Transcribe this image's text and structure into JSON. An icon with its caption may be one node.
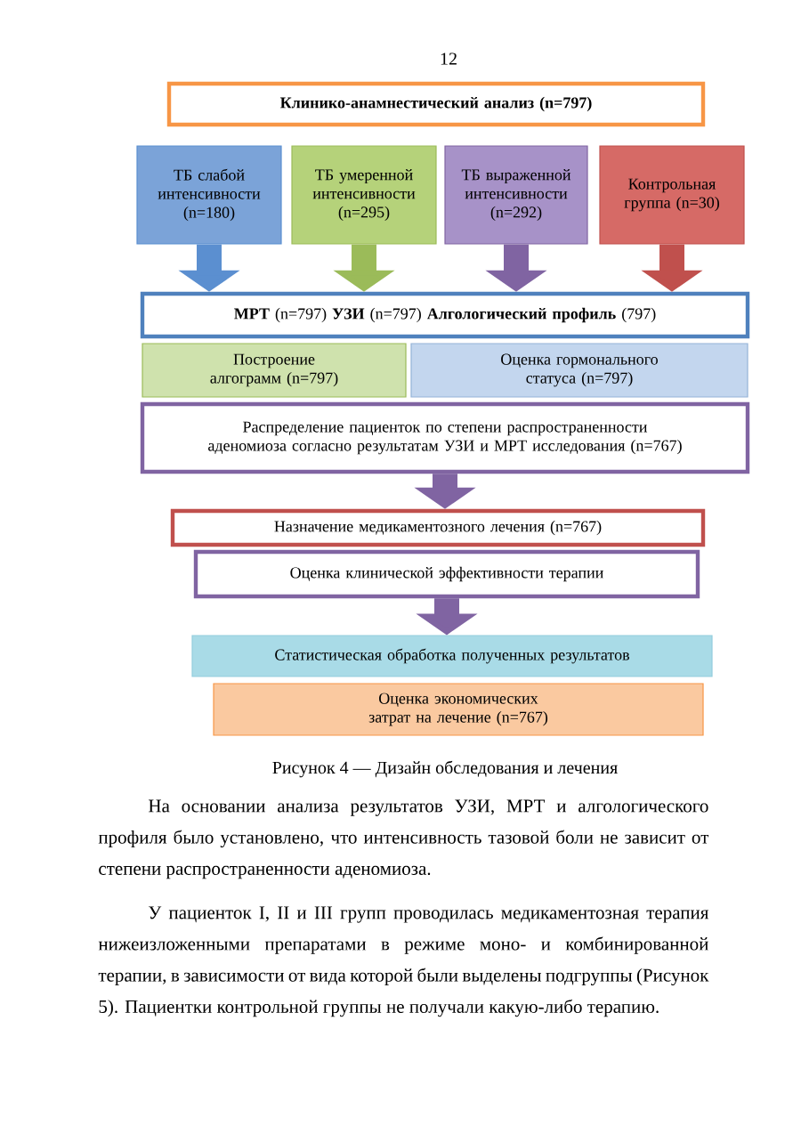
{
  "diagram": {
    "caption": "Рисунок 4 — Дизайн обследования и лечения",
    "nodes": [
      {
        "text": [
          "Клинико-анамнестический анализ (n=797)"
        ]
      },
      {
        "text": [
          "ТБ слабой интенсивности (n=180)"
        ]
      },
      {
        "text": [
          "ТБ умеренной интенсивности (n=295)"
        ]
      },
      {
        "text": [
          "ТБ выраженной интенсивности (n=292)"
        ]
      },
      {
        "text": [
          "Контрольная группа (n=30)"
        ]
      },
      {
        "text": [
          "**МРТ** (n=797) **УЗИ** (n=797)     **Алгологический профиль** (797)"
        ]
      },
      {
        "text": [
          "Построение алгограмм (n=797)"
        ]
      },
      {
        "text": [
          "Оценка гормонального статуса (n=797)"
        ]
      },
      {
        "text": [
          "Распределение пациенток по степени распространенности аденомиоза согласно результатам УЗИ и МРТ исследования (n=767)"
        ]
      },
      {
        "text": [
          "Назначение медикаментозного лечения (n=767)"
        ]
      },
      {
        "text": [
          "Оценка клинической эффективности терапии"
        ]
      },
      {
        "text": [
          "Статистическая обработка полученных результатов"
        ]
      },
      {
        "text": [
          "Оценка экономических затрат на лечение (n=767)"
        ]
      }
    ],
    "edges": [
      {
        "from": 1,
        "to": 5,
        "arrow": "to",
        "color": "#5b8fd0"
      },
      {
        "from": 2,
        "to": 5,
        "arrow": "to",
        "color": "#9bbb59"
      },
      {
        "from": 3,
        "to": 5,
        "arrow": "to",
        "color": "#8064a2"
      },
      {
        "from": 4,
        "to": 5,
        "arrow": "to",
        "color": "#c0504d"
      },
      {
        "from": 8,
        "to": 9,
        "arrow": "to",
        "color": "#8064a2"
      },
      {
        "from": 10,
        "to": 11,
        "arrow": "to",
        "color": "#8064a2"
      }
    ],
    "labels": [
      "12",
      "На основании анализа результатов УЗИ, МРТ и алгологического профиля было установлено, что интенсивность тазовой боли не зависит от степени распространенности аденомиоза.",
      "У пациенток I, II и III групп проводилась медикаментозная терапия нижеизложенными препаратами в режиме моно- и комбинированной терапии, в зависимости от вида которой были выделены подгруппы (Рисунок 5). Пациентки контрольной группы не получали какую-либо терапию."
    ]
  }
}
